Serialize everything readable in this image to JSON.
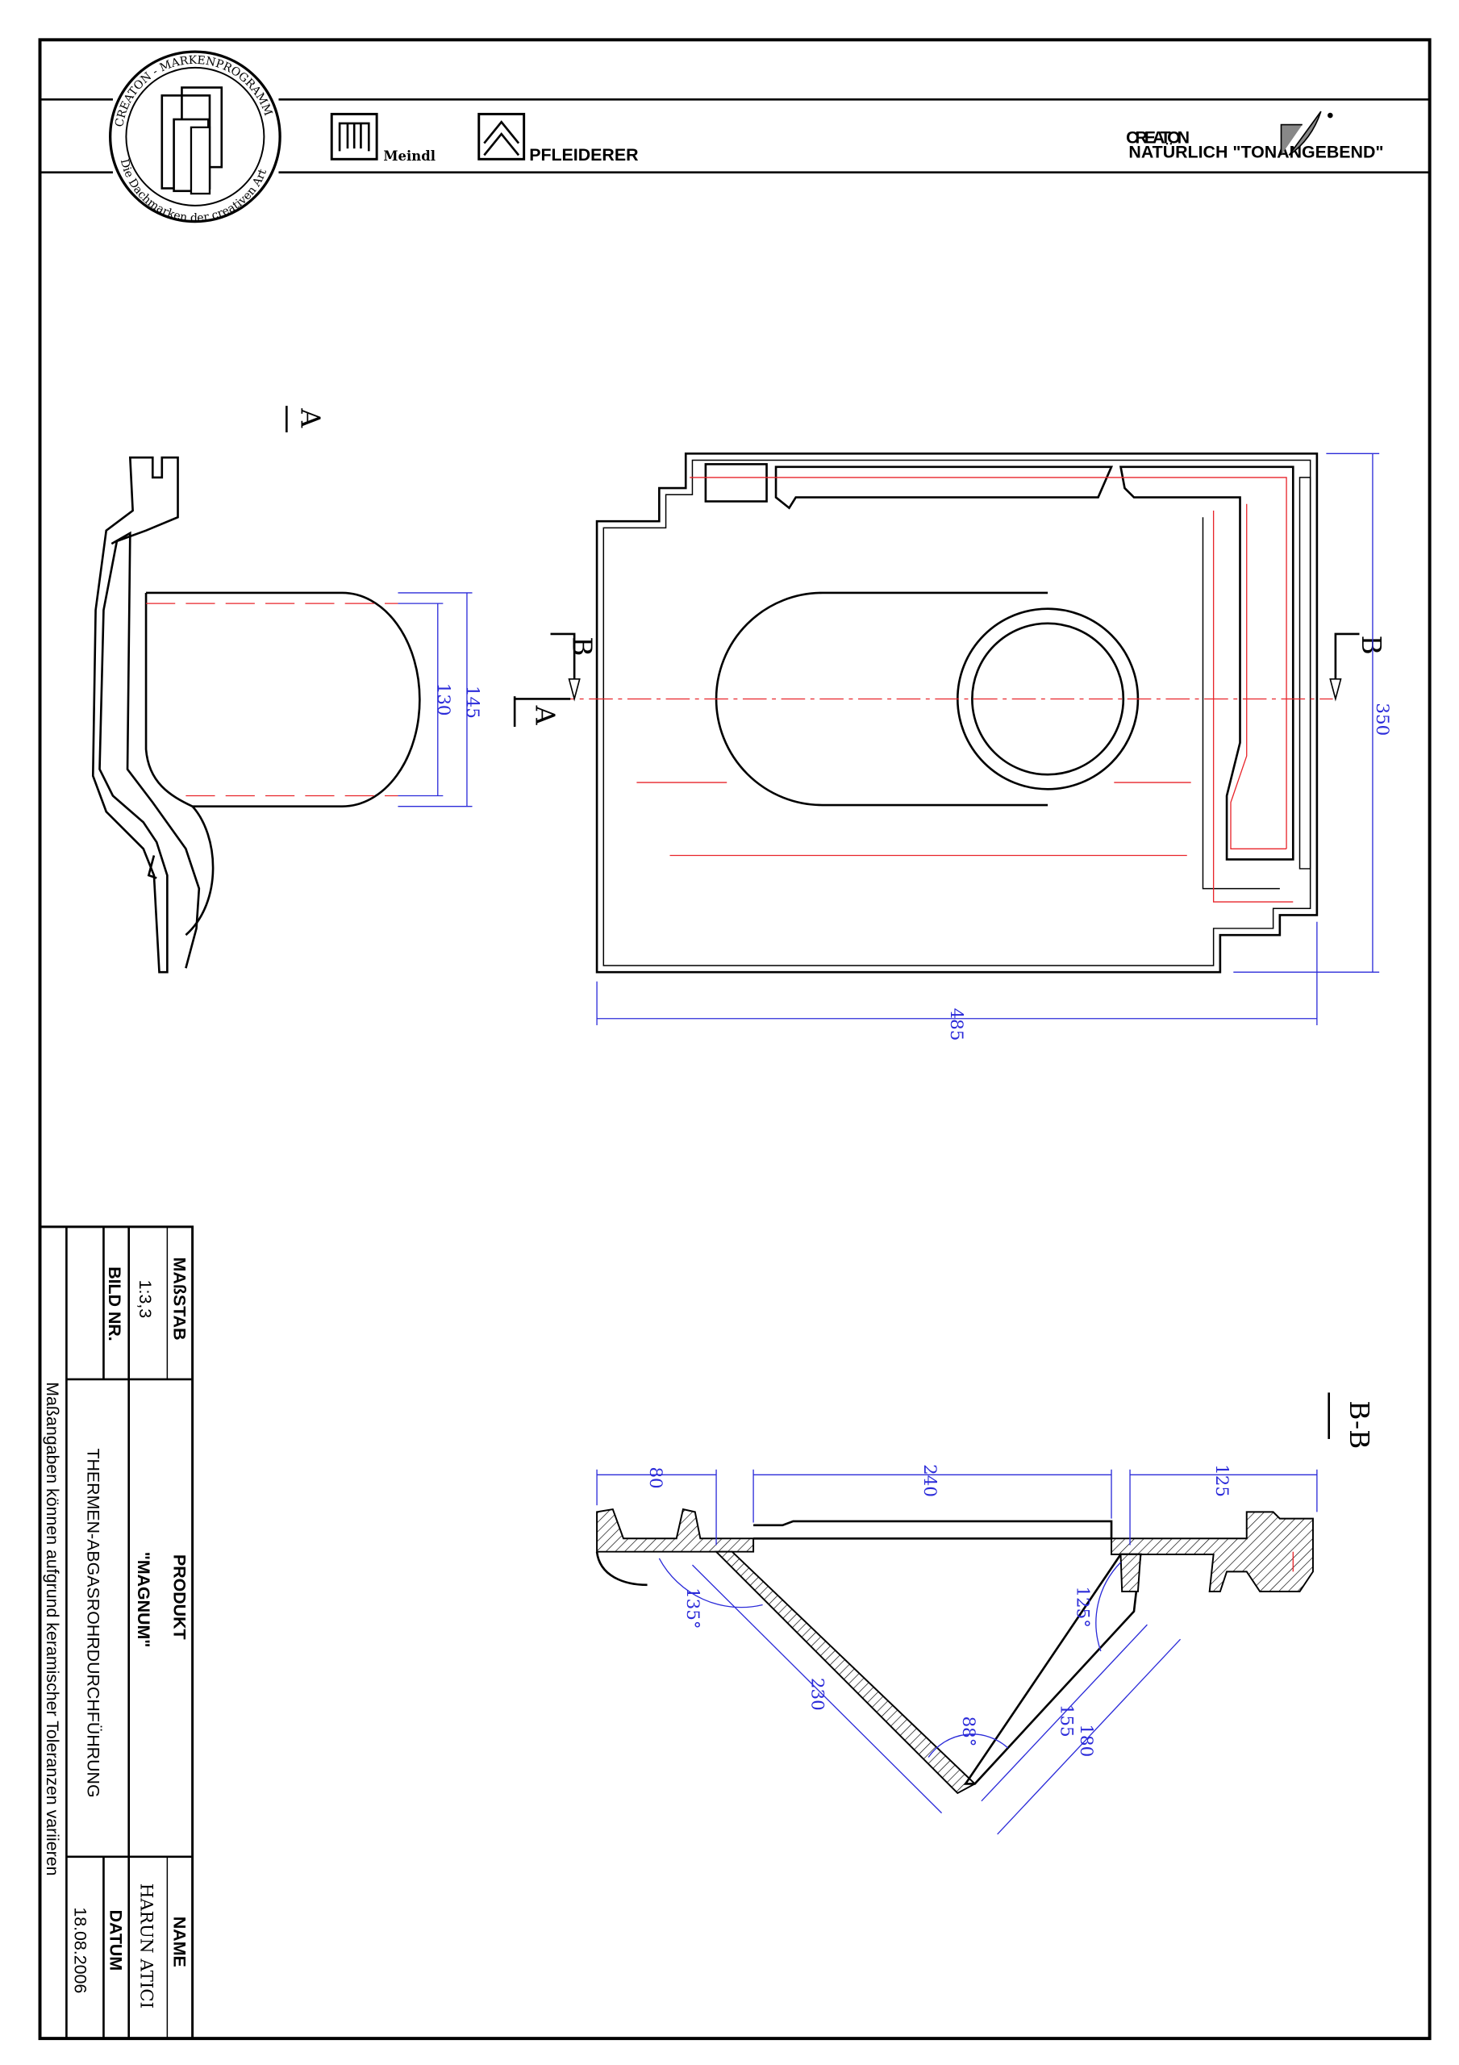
{
  "header": {
    "seal_text_top": "CREATON - MARKENPROGRAMM",
    "seal_text_bottom": "Die Dachmarken der creativen Art",
    "brand_meindl": "Meindl",
    "brand_pfleiderer": "PFLEIDERER",
    "brand_creaton": "CREATON",
    "creaton_tagline": "NATÜRLICH \"TONANGEBEND\""
  },
  "views": {
    "view_a_label": "A",
    "cut_b_label": "B",
    "section_bb_label": "B-B"
  },
  "dimensions": {
    "d130": "130",
    "d145": "145",
    "d350": "350",
    "d485": "485",
    "d80": "80",
    "d240": "240",
    "d125": "125",
    "d230": "230",
    "d155": "155",
    "d180": "180",
    "a135": "135°",
    "a125": "125°",
    "a88": "88°"
  },
  "title_block": {
    "scale_label": "MAßSTAB",
    "scale_value": "1:3,3",
    "image_no_label": "BILD NR.",
    "product_label": "PRODUKT",
    "product_name": "\"MAGNUM\"",
    "product_desc": "THERMEN-ABGASROHRDURCHFÜHRUNG",
    "name_label": "NAME",
    "name_value": "HARUN  ATICI",
    "date_label": "DATUM",
    "date_value": "18.08.2006",
    "footnote": "Maßangaben  können  aufgrund  keramischer  Toleranzen  variieren"
  },
  "colors": {
    "dimension": "#2b2bd9",
    "centerline": "#e8242a"
  }
}
